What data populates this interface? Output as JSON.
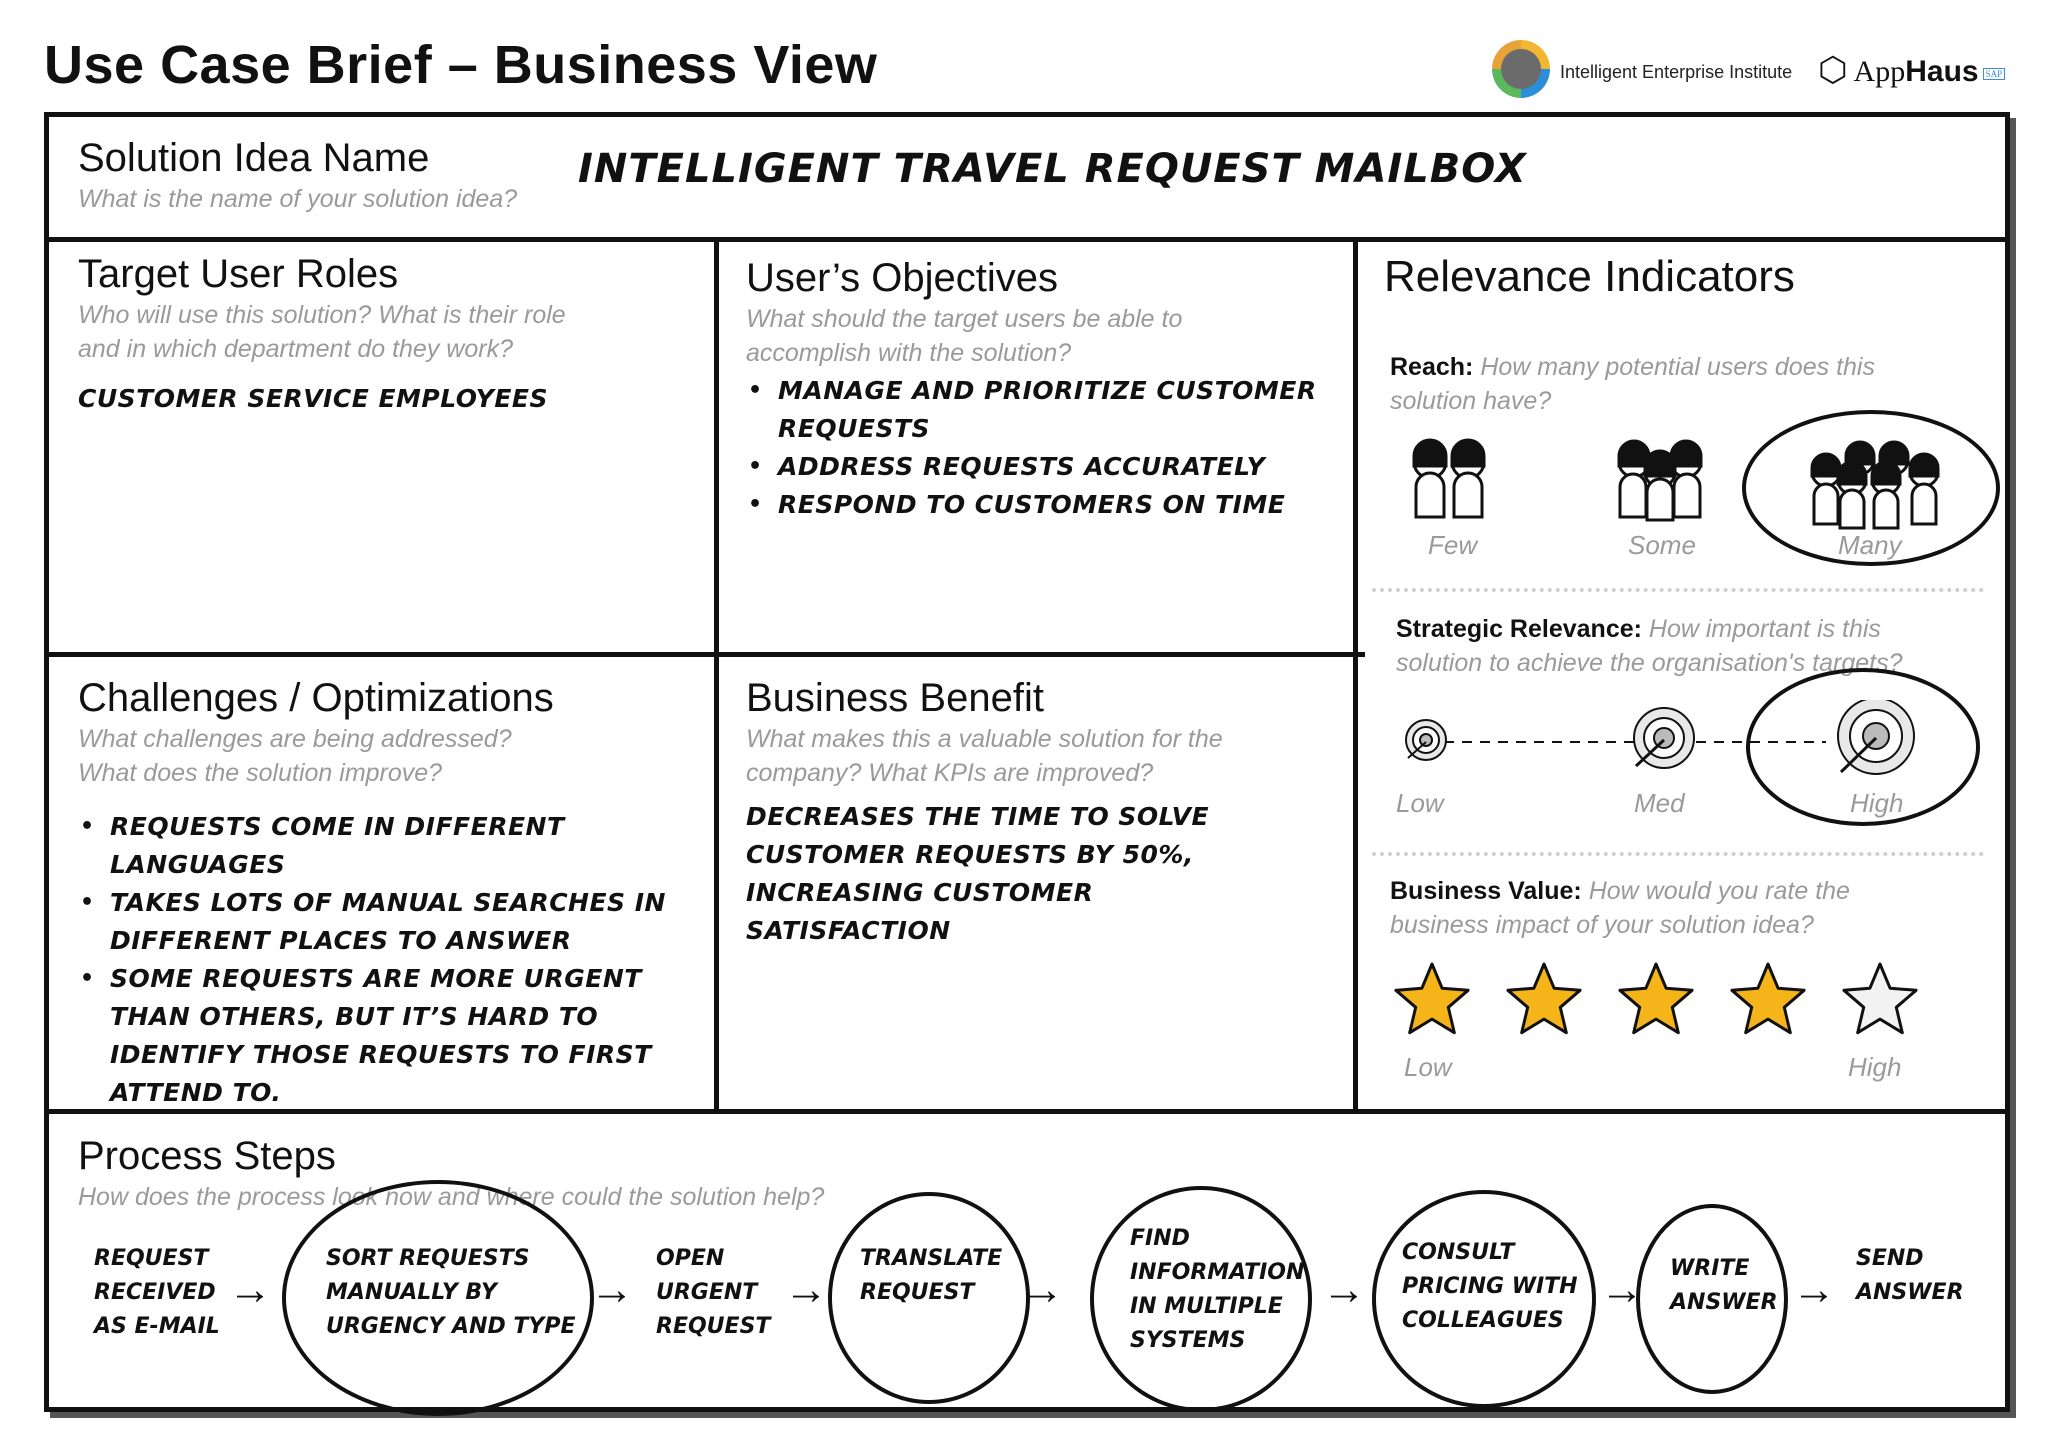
{
  "header": {
    "title": "Use Case Brief – Business View",
    "institute": "Intelligent Enterprise Institute",
    "brand_a": "App",
    "brand_b": "Haus",
    "brand_tag": "SAP"
  },
  "solution": {
    "heading": "Solution Idea Name",
    "hint": "What is the name of your solution idea?",
    "value": "Intelligent Travel Request Mailbox"
  },
  "target_roles": {
    "heading": "Target User Roles",
    "hint1": "Who will use this solution? What is their role",
    "hint2": "and in which department do they work?",
    "value": "Customer service employees"
  },
  "objectives": {
    "heading": "User’s Objectives",
    "hint1": "What should the target users be able to",
    "hint2": "accomplish with the solution?",
    "items": [
      "Manage and prioritize customer requests",
      "Address requests accurately",
      "Respond to customers on time"
    ]
  },
  "challenges": {
    "heading": "Challenges / Optimizations",
    "hint1": "What challenges are being addressed?",
    "hint2": "What does the solution improve?",
    "items": [
      "Requests come in different languages",
      "Takes lots of manual searches in different places to answer",
      "Some requests are more urgent than others, but it’s hard to identify those requests to first attend to."
    ]
  },
  "benefit": {
    "heading": "Business Benefit",
    "hint1": "What makes this a valuable solution for the",
    "hint2": "company? What KPIs are improved?",
    "value": "Decreases the time to solve customer requests by 50%, increasing customer satisfaction"
  },
  "relevance": {
    "heading": "Relevance Indicators",
    "reach": {
      "label": "Reach:",
      "hint1": "How many potential users does this",
      "hint2": "solution have?",
      "options": [
        "Few",
        "Some",
        "Many"
      ],
      "selected": "Many"
    },
    "strategic": {
      "label": "Strategic Relevance:",
      "hint1": "How important is this",
      "hint2": "solution to achieve the organisation's targets?",
      "options": [
        "Low",
        "Med",
        "High"
      ],
      "selected": "High"
    },
    "value": {
      "label": "Business Value:",
      "hint1": "How would you rate the",
      "hint2": "business impact of your solution idea?",
      "low": "Low",
      "high": "High",
      "rating": 4,
      "max": 5,
      "star_color": "#f4b41a"
    }
  },
  "process": {
    "heading": "Process Steps",
    "hint": "How does the process look now and where could the solution help?",
    "steps": [
      {
        "text": "Request received as e-mail",
        "circled": false
      },
      {
        "text": "Sort requests manually by urgency and type",
        "circled": true
      },
      {
        "text": "Open urgent request",
        "circled": false
      },
      {
        "text": "Translate request",
        "circled": true
      },
      {
        "text": "Find information in multiple systems",
        "circled": true
      },
      {
        "text": "Consult pricing with colleagues",
        "circled": true
      },
      {
        "text": "Write answer",
        "circled": true
      },
      {
        "text": "Send answer",
        "circled": false
      }
    ]
  }
}
